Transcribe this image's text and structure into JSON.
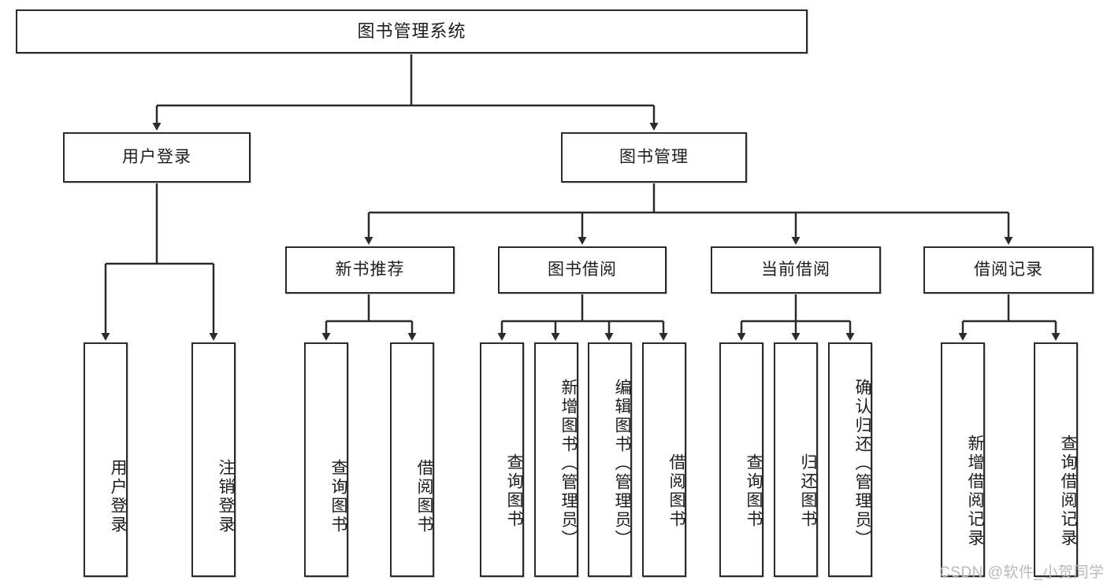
{
  "diagram": {
    "type": "tree-hierarchy",
    "title": "图书管理系统",
    "root": {
      "label": "图书管理系统"
    },
    "level2": [
      {
        "id": "user-login",
        "label": "用户登录"
      },
      {
        "id": "book-management",
        "label": "图书管理"
      }
    ],
    "level3": [
      {
        "id": "new-book-recommend",
        "label": "新书推荐",
        "parent": "book-management"
      },
      {
        "id": "book-borrow",
        "label": "图书借阅",
        "parent": "book-management"
      },
      {
        "id": "current-borrow",
        "label": "当前借阅",
        "parent": "book-management"
      },
      {
        "id": "borrow-record",
        "label": "借阅记录",
        "parent": "book-management"
      }
    ],
    "leaves": {
      "user-login": [
        {
          "id": "leaf-user-login",
          "label": "用户登录"
        },
        {
          "id": "leaf-user-logout",
          "label": "注销登录"
        }
      ],
      "new-book-recommend": [
        {
          "id": "leaf-query-book-1",
          "label": "查询图书"
        },
        {
          "id": "leaf-borrow-book-1",
          "label": "借阅图书"
        }
      ],
      "book-borrow": [
        {
          "id": "leaf-query-book-2",
          "label": "查询图书"
        },
        {
          "id": "leaf-add-book",
          "label": "新增图书（管理员）"
        },
        {
          "id": "leaf-edit-book",
          "label": "编辑图书（管理员）"
        },
        {
          "id": "leaf-borrow-book-2",
          "label": "借阅图书"
        }
      ],
      "current-borrow": [
        {
          "id": "leaf-query-book-3",
          "label": "查询图书"
        },
        {
          "id": "leaf-return-book",
          "label": "归还图书"
        },
        {
          "id": "leaf-confirm-return",
          "label": "确认归还（管理员）"
        }
      ],
      "borrow-record": [
        {
          "id": "leaf-add-record",
          "label": "新增借阅记录"
        },
        {
          "id": "leaf-query-record",
          "label": "查询借阅记录"
        }
      ]
    },
    "colors": {
      "line": "#2b2b2b",
      "box_border": "#2b2b2b",
      "box_fill": "#ffffff",
      "text": "#1d1d1d",
      "watermark": "#b9b9b9"
    }
  },
  "watermark": {
    "text": "CSDN @软件_小贺同学"
  }
}
